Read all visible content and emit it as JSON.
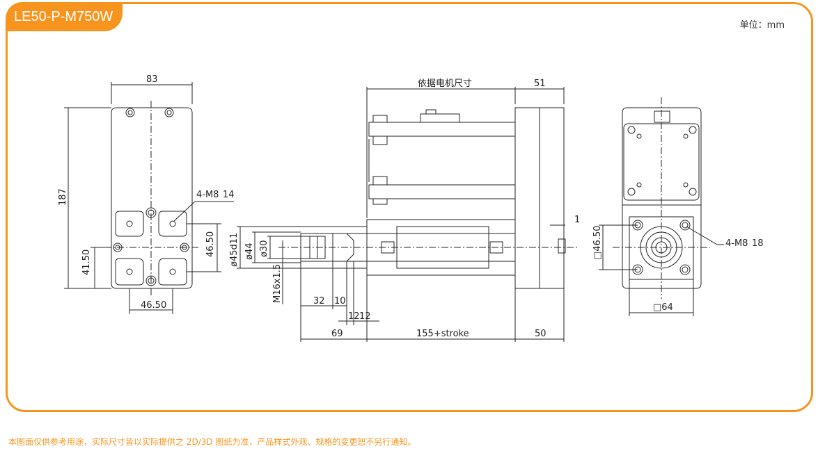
{
  "header": {
    "model": "LE50-P-M750W",
    "unit": "单位：mm"
  },
  "footer": {
    "note": "本图面仅供参考用途，实际尺寸皆以实际提供之 2D/3D 图纸为准，产品样式外观、规格的变更恕不另行通知。"
  },
  "colors": {
    "accent": "#f7941d",
    "line": "#222222"
  },
  "dims": {
    "rear": {
      "width": "83",
      "height": "187",
      "holes": "4-M8",
      "depth": "14",
      "pitch_h": "46.50",
      "pitch_v": "46.50",
      "offset": "41.50"
    },
    "side": {
      "motor": "依据电机尺寸",
      "flange": "51",
      "dia45": "ø45d11",
      "dia44": "ø44",
      "dia30": "ø30",
      "thread": "M16x1.5",
      "d32": "32",
      "d10": "10",
      "d12a": "12",
      "d12b": "12",
      "d69": "69",
      "stroke": "155+stroke",
      "d50": "50",
      "d1": "1"
    },
    "front": {
      "sq_v": "□46.50",
      "holes": "4-M8",
      "depth": "18",
      "sq64": "□64"
    }
  }
}
